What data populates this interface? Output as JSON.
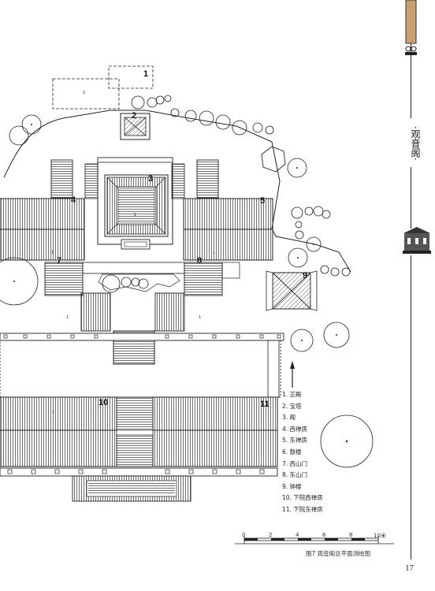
{
  "section_title": "·观音阁·",
  "page_number": "17",
  "figure_caption": "图7 观音阁总平面测绘图",
  "scale_bar": {
    "ticks": [
      "0",
      "2",
      "4",
      "6",
      "8",
      "10米"
    ]
  },
  "markers": [
    "1",
    "2",
    "3",
    "4",
    "5",
    "6",
    "7",
    "8",
    "9",
    "10",
    "11"
  ],
  "small_labels": {
    "a": "1",
    "b": "1",
    "c": "1",
    "d": "1",
    "e": "1",
    "f": "1",
    "g": "1"
  },
  "legend": [
    "1. 正殿",
    "2. 宝塔",
    "3. 阁",
    "4. 西禅房",
    "5. 东禅房",
    "6. 鼓楼",
    "7. 西山门",
    "8. 东山门",
    "9. 钟楼",
    "10. 下院西禅房",
    "11. 下院东禅房"
  ],
  "colors": {
    "line": "#222222",
    "accent": "#c8a070",
    "dark": "#333333"
  },
  "icons": {
    "north": "north-arrow-icon",
    "decor": "side-ornament-icon"
  }
}
